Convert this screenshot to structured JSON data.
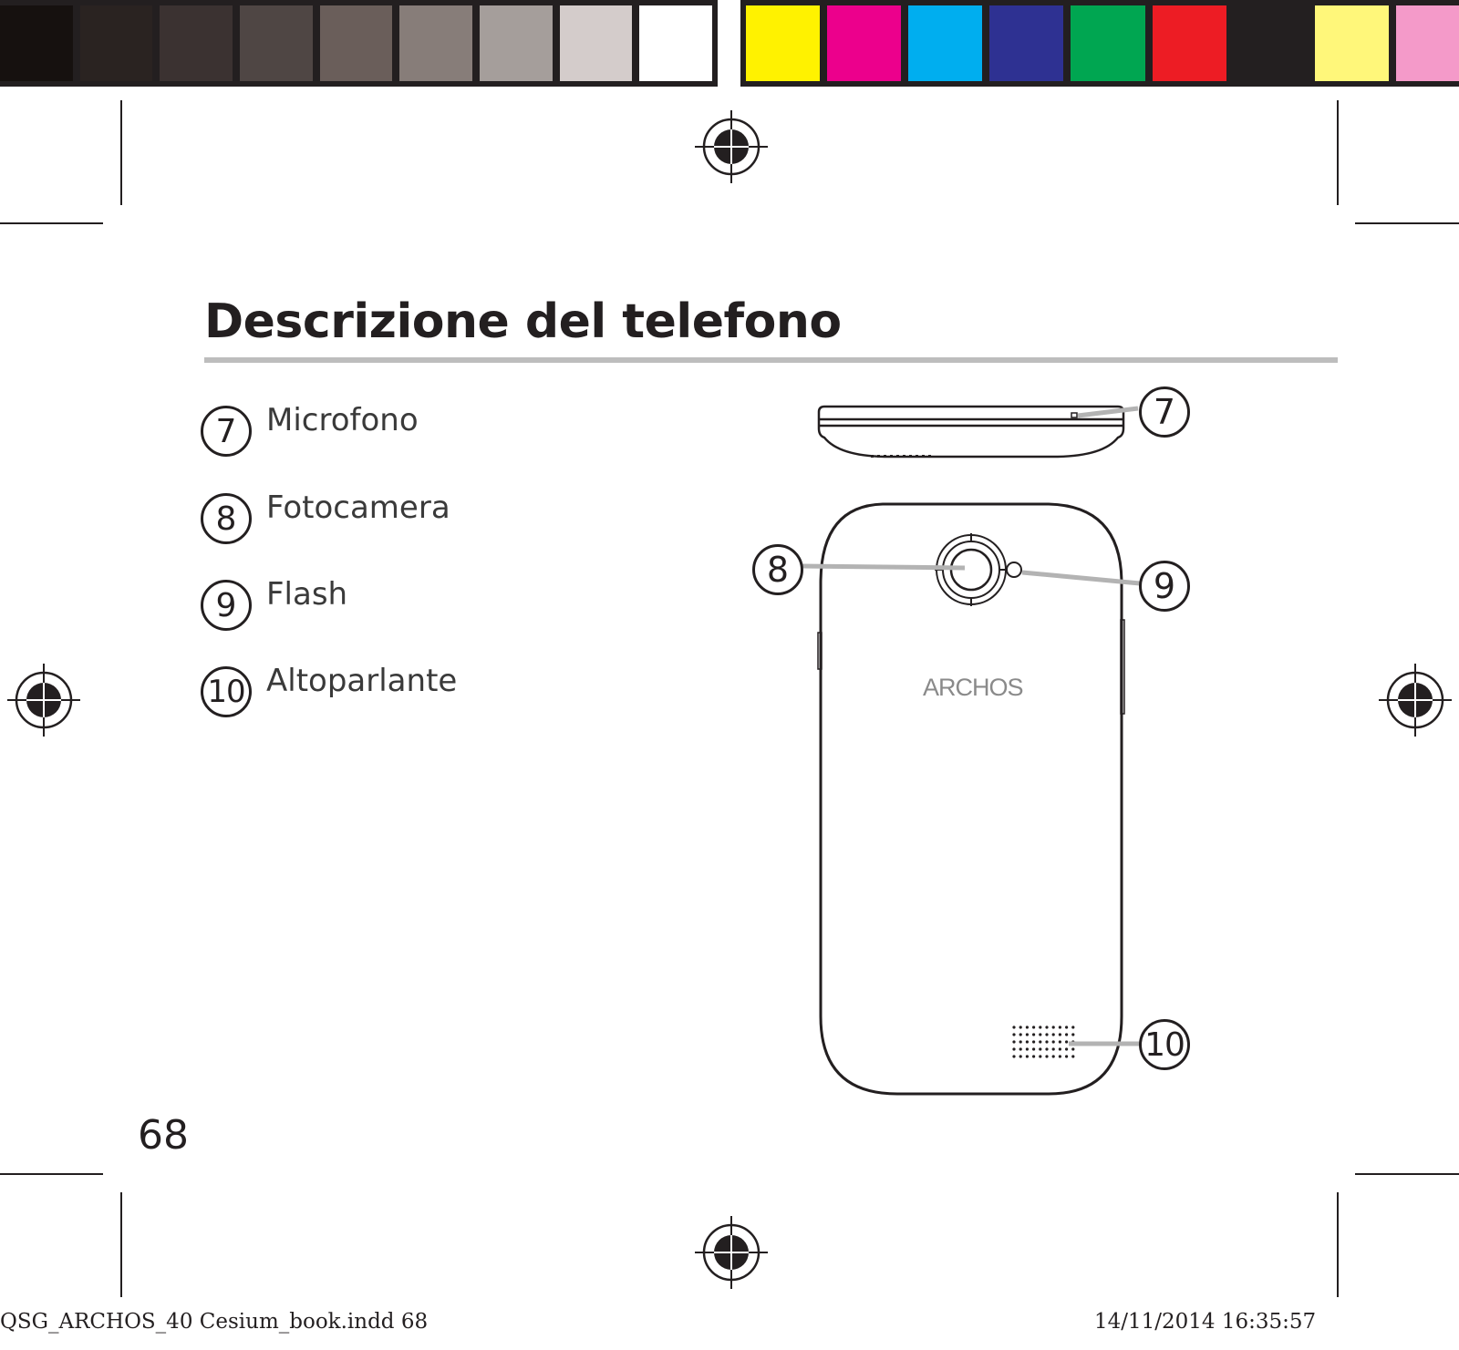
{
  "colors": {
    "grayscale": [
      "#16110f",
      "#2a2321",
      "#3b3231",
      "#4f4644",
      "#6a5e5a",
      "#877d79",
      "#a59e9b",
      "#d4cccb",
      "#ffffff"
    ],
    "process": [
      "#fff200",
      "#ec008c",
      "#00aeef",
      "#2e3192",
      "#00a651",
      "#ed1c24",
      "#231f20",
      "#fff77a",
      "#f49ac9"
    ],
    "ink": "#231f20",
    "rule_gray": "#bdbdbd"
  },
  "title": "Descrizione del telefono",
  "legend": [
    {
      "number": "7",
      "label": "Microfono"
    },
    {
      "number": "8",
      "label": "Fotocamera"
    },
    {
      "number": "9",
      "label": "Flash"
    },
    {
      "number": "10",
      "label": "Altoparlante"
    }
  ],
  "diagram": {
    "brand": "ARCHOS",
    "callouts": {
      "mic": "7",
      "camera": "8",
      "flash": "9",
      "speaker": "10"
    }
  },
  "page_number": "68",
  "footer": {
    "file": "QSG_ARCHOS_40 Cesium_book.indd   68",
    "timestamp": "14/11/2014   16:35:57"
  }
}
